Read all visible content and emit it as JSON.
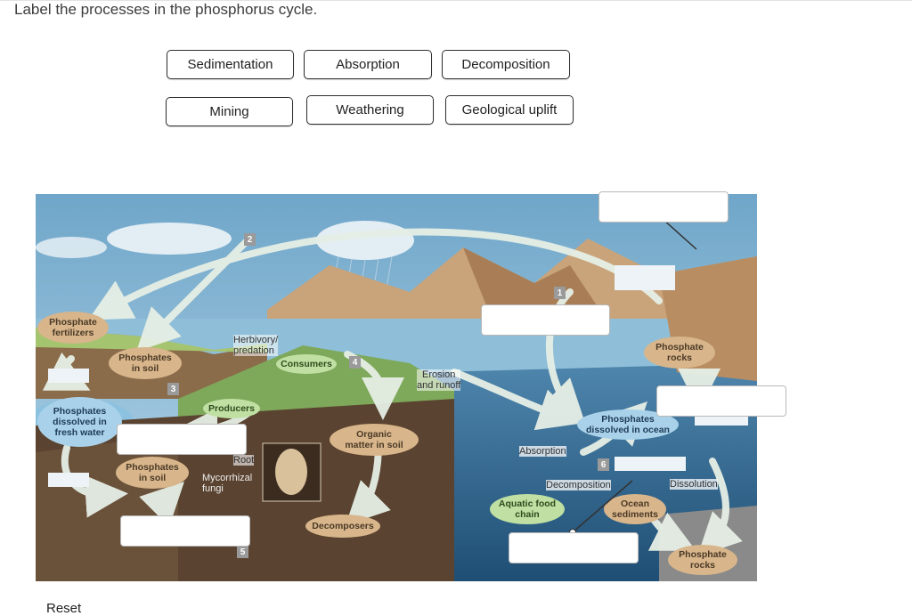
{
  "instruction": "Label the processes in the phosphorus cycle.",
  "word_bank": [
    "Sedimentation",
    "Absorption",
    "Decomposition",
    "Mining",
    "Weathering",
    "Geological uplift"
  ],
  "diagram": {
    "labels": {
      "phosphate_fertilizers": "Phosphate\nfertilizers",
      "phosphates_in_soil_top": "Phosphates\nin soil",
      "phosphates_fresh_water": "Phosphates\ndissolved in\nfresh water",
      "phosphates_in_soil_bottom": "Phosphates\nin soil",
      "herbivory": "Herbivory/\npredation",
      "consumers": "Consumers",
      "producers": "Producers",
      "root": "Root",
      "mycorrhizal": "Mycorrhizal\nfungi",
      "organic_matter": "Organic\nmatter in soil",
      "decomposers": "Decomposers",
      "erosion": "Erosion\nand runoff",
      "phosphates_ocean": "Phosphates\ndissolved in ocean",
      "absorption": "Absorption",
      "decomposition": "Decomposition",
      "aquatic_food_chain": "Aquatic food\nchain",
      "ocean_sediments": "Ocean\nsediments",
      "dissolution": "Dissolution",
      "phosphate_rocks_top": "Phosphate\nrocks",
      "phosphate_rocks_bottom": "Phosphate\nrocks"
    },
    "step_numbers": [
      "1",
      "2",
      "3",
      "4",
      "5",
      "6"
    ]
  },
  "footer_partial": "Reset"
}
